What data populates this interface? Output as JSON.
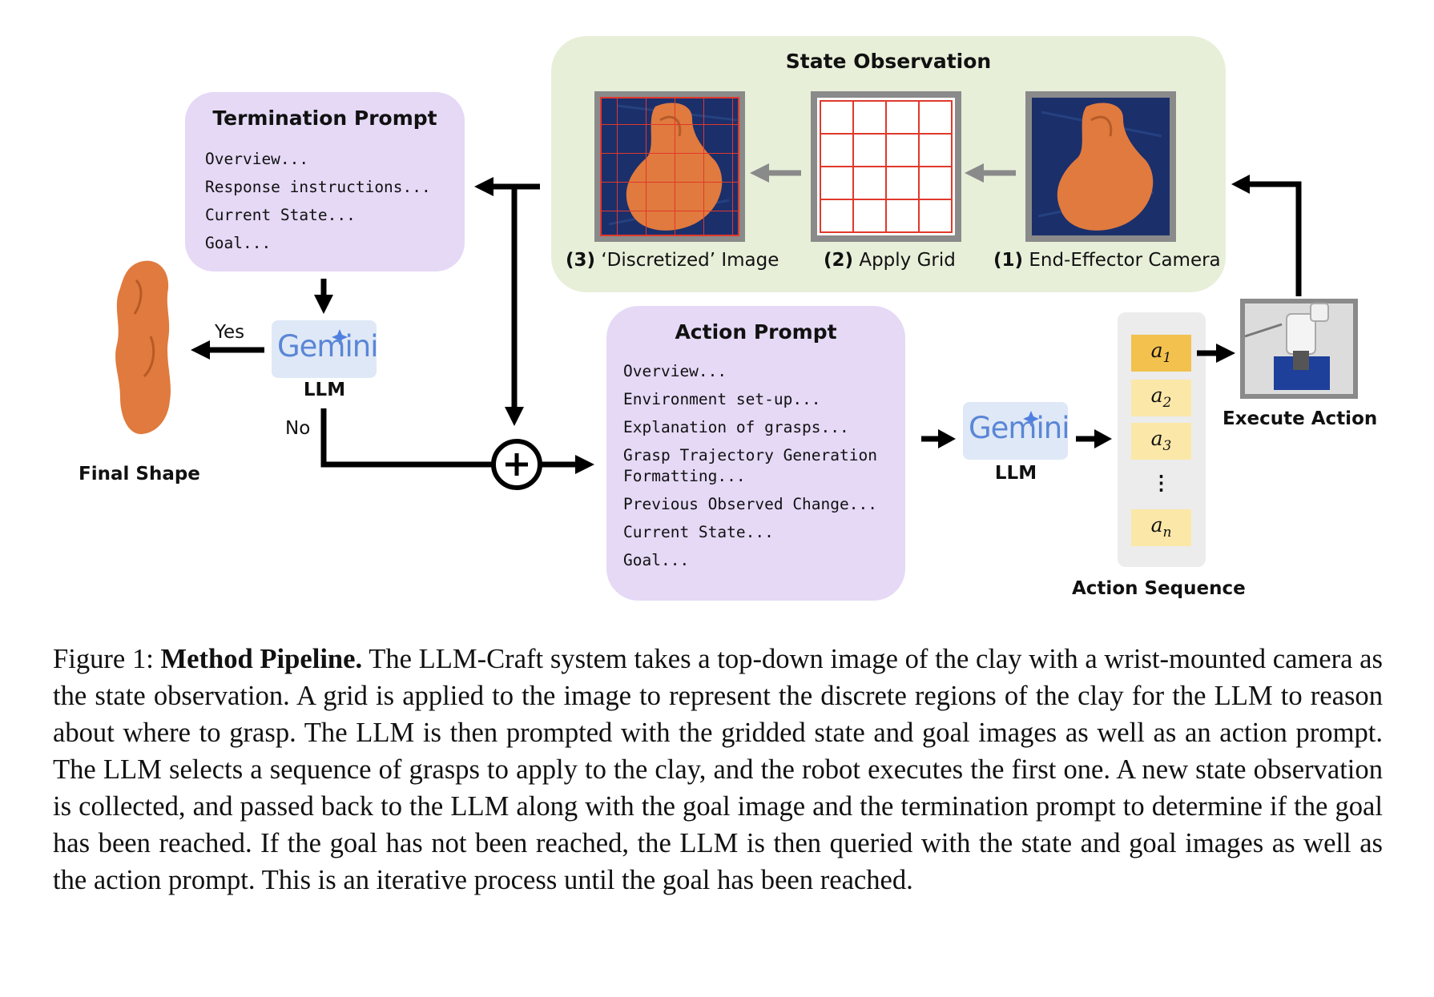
{
  "state_observation": {
    "title": "State Observation",
    "steps": [
      {
        "num": "(3)",
        "text": " ‘Discretized’ Image"
      },
      {
        "num": "(2)",
        "text": " Apply Grid"
      },
      {
        "num": "(1)",
        "text": " End-Effector Camera"
      }
    ]
  },
  "termination_prompt": {
    "title": "Termination Prompt",
    "lines": [
      "Overview...",
      "Response instructions...",
      "Current State...",
      "Goal..."
    ]
  },
  "action_prompt": {
    "title": "Action Prompt",
    "lines": [
      "Overview...",
      "Environment set-up...",
      "Explanation of grasps...",
      "Grasp Trajectory Generation",
      "Formatting...",
      "Previous Observed Change...",
      "Current State...",
      "Goal..."
    ]
  },
  "llm_left": {
    "logo": "Gemini",
    "label": "LLM"
  },
  "llm_mid": {
    "logo": "Gemini",
    "label": "LLM"
  },
  "decision": {
    "yes": "Yes",
    "no": "No"
  },
  "final_shape": "Final Shape",
  "execute_action": "Execute Action",
  "action_sequence": {
    "title": "Action Sequence",
    "items": [
      {
        "base": "a",
        "sub": "1"
      },
      {
        "base": "a",
        "sub": "2"
      },
      {
        "base": "a",
        "sub": "3"
      },
      {
        "base": "⋮",
        "sub": ""
      },
      {
        "base": "a",
        "sub": "n"
      }
    ]
  },
  "caption": {
    "label": "Figure 1: ",
    "bold": "Method Pipeline.",
    "text": " The LLM-Craft system takes a top-down image of the clay with a wrist-mounted camera as the state observation. A grid is applied to the image to represent the discrete regions of the clay for the LLM to reason about where to grasp. The LLM is then prompted with the gridded state and goal images as well as an action prompt. The LLM selects a sequence of grasps to apply to the clay, and the robot executes the first one. A new state observation is collected, and passed back to the LLM along with the goal image and the termination prompt to determine if the goal has been reached. If the goal has not been reached, the LLM is then queried with the state and goal images as well as the action prompt. This is an iterative process until the goal has been reached."
  },
  "colors": {
    "state_bg": "#e7efd9",
    "prompt_bg": "#e5d9f6",
    "grid_red": "#e0392b",
    "clay": "#e07a3e",
    "camera_bg": "#1b2f6b",
    "gemini_bg": "#dfe8f6",
    "gemini_text": "#5a86d6",
    "action_hl": "#f2c14e",
    "action_item": "#fbe7a8",
    "seq_bg": "#ececec"
  },
  "icons": [
    "arrow-icon",
    "plus-circle-icon",
    "gemini-sparkle-icon"
  ]
}
